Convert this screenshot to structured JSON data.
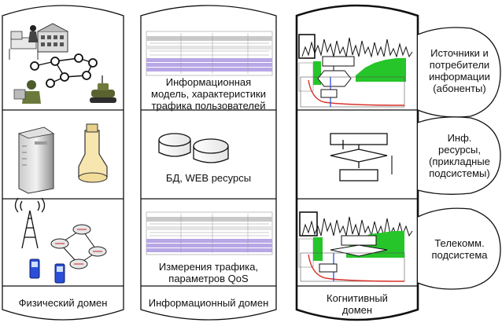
{
  "columns": {
    "physical": {
      "footer": "Физический домен"
    },
    "informational": {
      "footer": "Информационный домен"
    },
    "cognitive": {
      "footer_line1": "Когнитивный",
      "footer_line2": "домен"
    }
  },
  "cells": {
    "info_model": {
      "line1": "Информационная",
      "line2": "модель, характеристики",
      "line3": "трафика пользователей"
    },
    "db_web": {
      "text": "БД, WEB ресурсы"
    },
    "traffic_meas": {
      "line1": "Измерения трафика,",
      "line2": "параметров QoS"
    }
  },
  "side_labels": {
    "sources": {
      "line1": "Источники и",
      "line2": "потребители",
      "line3": "информации",
      "line4": "(абоненты)"
    },
    "resources": {
      "line1": "Инф.",
      "line2": "ресурсы,",
      "line3": "(прикладные",
      "line4": "подсистемы)"
    },
    "telecom": {
      "line1": "Телекомм.",
      "line2": "подсистема"
    }
  },
  "colors": {
    "outline": "#111111",
    "highlight_row": "#b8a7e6",
    "grey_row": "#c9c9c9",
    "chart_green": "#26c52a",
    "chart_red": "#d9342b",
    "chart_blue": "#2f4fd8"
  }
}
